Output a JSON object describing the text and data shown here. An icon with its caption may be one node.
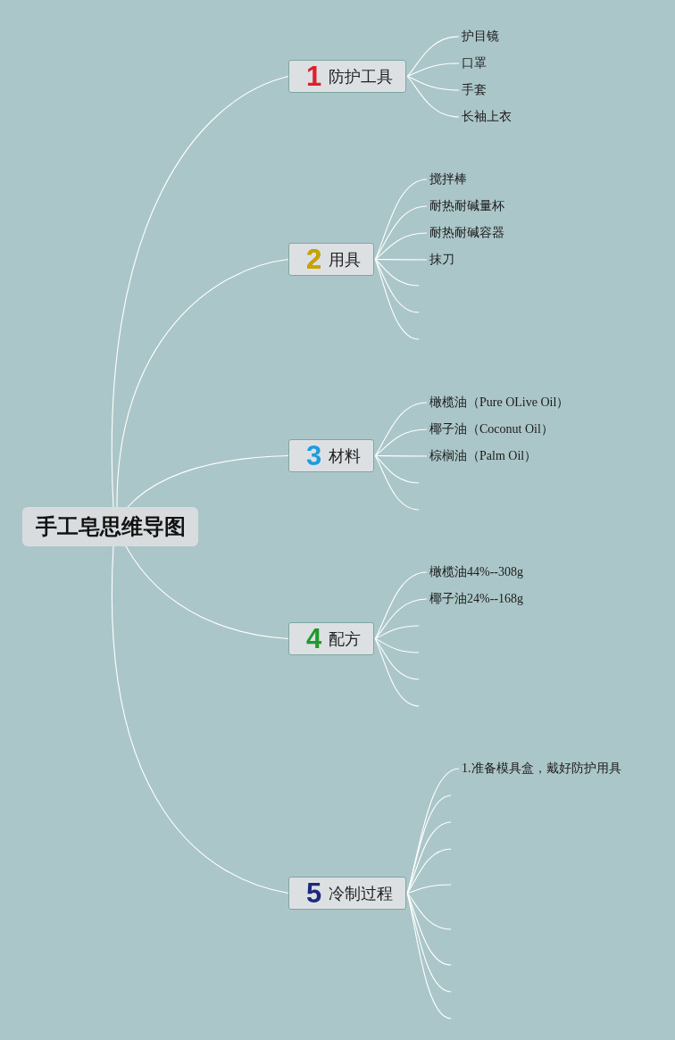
{
  "diagram": {
    "nodes": [
      {
        "text": [
          "手工皂思维导图"
        ]
      },
      {
        "text": [
          "1",
          "防护工具"
        ]
      },
      {
        "text": [
          "护目镜"
        ]
      },
      {
        "text": [
          "口罩"
        ]
      },
      {
        "text": [
          "手套"
        ]
      },
      {
        "text": [
          "长袖上衣"
        ]
      },
      {
        "text": [
          "2",
          "用具"
        ]
      },
      {
        "text": [
          "搅拌棒"
        ]
      },
      {
        "text": [
          "耐热耐碱量杯"
        ]
      },
      {
        "text": [
          "耐热耐碱容器"
        ]
      },
      {
        "text": [
          "抹刀"
        ]
      },
      {
        "text": [
          "3",
          "材料"
        ]
      },
      {
        "text": [
          "橄榄油（Pure OLive Oil）"
        ]
      },
      {
        "text": [
          "椰子油（Coconut Oil）"
        ]
      },
      {
        "text": [
          "棕榈油（Palm Oil）"
        ]
      },
      {
        "text": [
          "4",
          "配方"
        ]
      },
      {
        "text": [
          "橄榄油44%--308g"
        ]
      },
      {
        "text": [
          "椰子油24%--168g"
        ]
      },
      {
        "text": [
          "5",
          "冷制过程"
        ]
      },
      {
        "text": [
          "1.准备模具盒，戴好防护用具"
        ]
      }
    ],
    "edges": [
      {
        "from": 0,
        "to": 1,
        "arrow": "none"
      },
      {
        "from": 0,
        "to": 6,
        "arrow": "none"
      },
      {
        "from": 0,
        "to": 11,
        "arrow": "none"
      },
      {
        "from": 0,
        "to": 15,
        "arrow": "none"
      },
      {
        "from": 0,
        "to": 18,
        "arrow": "none"
      },
      {
        "from": 1,
        "to": 2,
        "arrow": "none"
      },
      {
        "from": 1,
        "to": 3,
        "arrow": "none"
      },
      {
        "from": 1,
        "to": 4,
        "arrow": "none"
      },
      {
        "from": 1,
        "to": 5,
        "arrow": "none"
      },
      {
        "from": 6,
        "to": 7,
        "arrow": "none"
      },
      {
        "from": 6,
        "to": 8,
        "arrow": "none"
      },
      {
        "from": 6,
        "to": 9,
        "arrow": "none"
      },
      {
        "from": 6,
        "to": 10,
        "arrow": "none"
      },
      {
        "from": 6,
        "to": null,
        "arrow": "none"
      },
      {
        "from": 6,
        "to": null,
        "arrow": "none"
      },
      {
        "from": 6,
        "to": null,
        "arrow": "none"
      },
      {
        "from": 11,
        "to": 12,
        "arrow": "none"
      },
      {
        "from": 11,
        "to": 13,
        "arrow": "none"
      },
      {
        "from": 11,
        "to": 14,
        "arrow": "none"
      },
      {
        "from": 11,
        "to": null,
        "arrow": "none"
      },
      {
        "from": 11,
        "to": null,
        "arrow": "none"
      },
      {
        "from": 15,
        "to": 16,
        "arrow": "none"
      },
      {
        "from": 15,
        "to": 17,
        "arrow": "none"
      },
      {
        "from": 15,
        "to": null,
        "arrow": "none"
      },
      {
        "from": 15,
        "to": null,
        "arrow": "none"
      },
      {
        "from": 15,
        "to": null,
        "arrow": "none"
      },
      {
        "from": 15,
        "to": null,
        "arrow": "none"
      },
      {
        "from": 18,
        "to": 19,
        "arrow": "none"
      },
      {
        "from": 18,
        "to": null,
        "arrow": "none"
      },
      {
        "from": 18,
        "to": null,
        "arrow": "none"
      },
      {
        "from": 18,
        "to": null,
        "arrow": "none"
      },
      {
        "from": 18,
        "to": null,
        "arrow": "none"
      },
      {
        "from": 18,
        "to": null,
        "arrow": "none"
      },
      {
        "from": 18,
        "to": null,
        "arrow": "none"
      },
      {
        "from": 18,
        "to": null,
        "arrow": "none"
      },
      {
        "from": 18,
        "to": null,
        "arrow": "none"
      }
    ]
  }
}
